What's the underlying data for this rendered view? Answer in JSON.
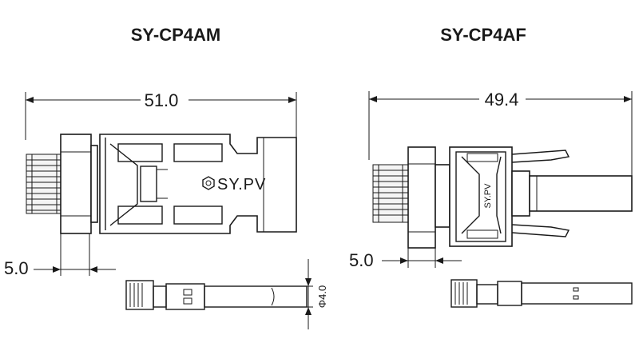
{
  "left_connector": {
    "title": "SY-CP4AM",
    "overall_length": "51.0",
    "small_dim": "5.0",
    "brand_text": "SY.PV",
    "diameter_label": "Φ4.0"
  },
  "right_connector": {
    "title": "SY-CP4AF",
    "overall_length": "49.4",
    "small_dim": "5.0",
    "brand_text": "SY.PV"
  }
}
